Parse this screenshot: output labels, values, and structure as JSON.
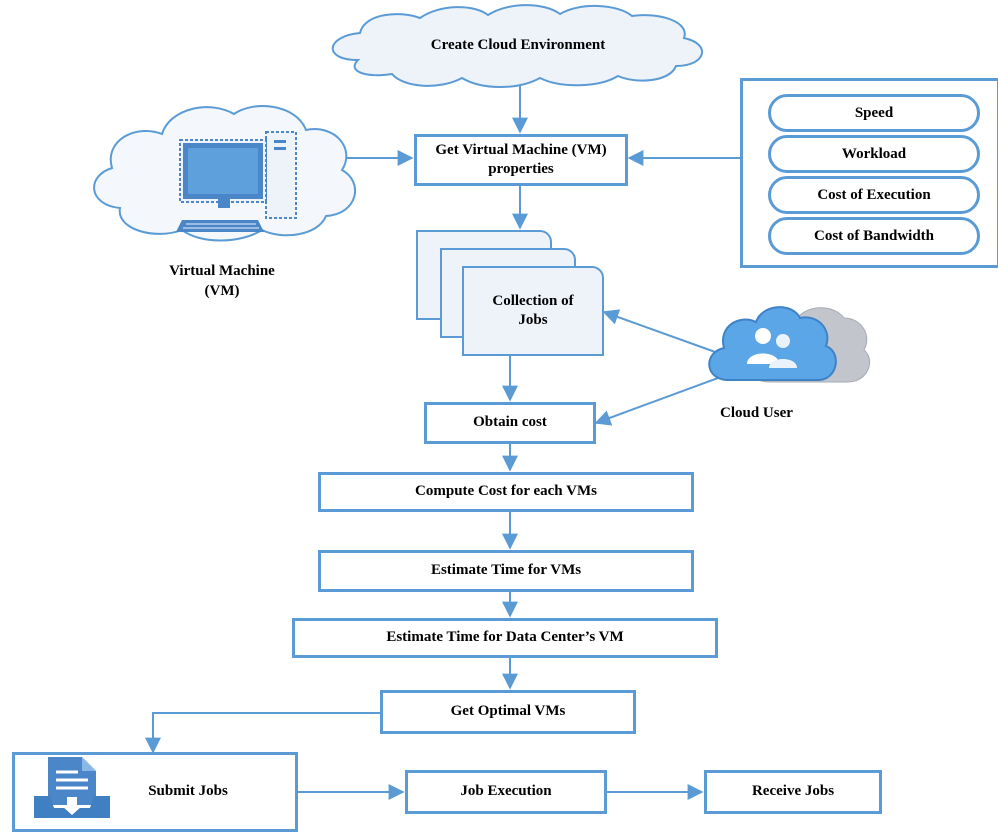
{
  "nodes": {
    "create_cloud": "Create Cloud Environment",
    "get_vm_properties": "Get Virtual Machine (VM) properties",
    "collection_of_jobs": "Collection of Jobs",
    "obtain_cost": "Obtain cost",
    "compute_cost": "Compute Cost for each VMs",
    "estimate_time": "Estimate Time for VMs",
    "estimate_dc": "Estimate Time for Data Center’s VM",
    "optimal_vms": "Get Optimal VMs",
    "submit_jobs": "Submit Jobs",
    "job_execution": "Job Execution",
    "receive_jobs": "Receive Jobs"
  },
  "properties": [
    "Speed",
    "Workload",
    "Cost of Execution",
    "Cost of Bandwidth"
  ],
  "vm_label": "Virtual Machine (VM)",
  "cloud_user_label": "Cloud User",
  "colors": {
    "stroke": "#5b9bd5",
    "fill_light": "#eef3fa",
    "monitor": "#4a86c8",
    "screen": "#5ea0dc"
  },
  "icons": {
    "vm": "desktop-computer-icon",
    "user": "cloud-user-icon",
    "submit": "document-tray-icon"
  }
}
